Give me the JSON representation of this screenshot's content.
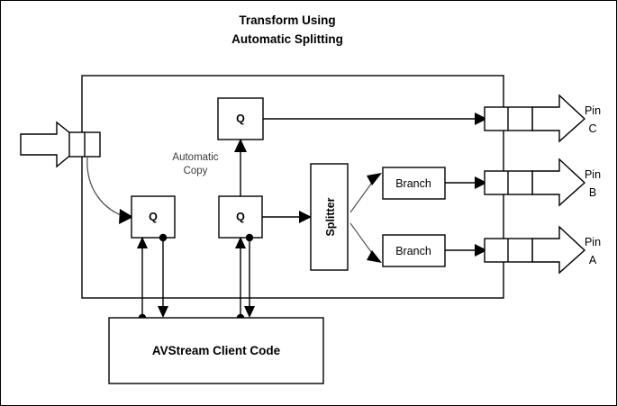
{
  "title": {
    "line1": "Transform Using",
    "line2": "Automatic Splitting"
  },
  "notes": {
    "automatic_copy_line1": "Automatic",
    "automatic_copy_line2": "Copy"
  },
  "blocks": {
    "queues": [
      {
        "label": "Q",
        "name": "queue-top"
      },
      {
        "label": "Q",
        "name": "queue-input"
      },
      {
        "label": "Q",
        "name": "queue-middle"
      }
    ],
    "splitter": {
      "label": "Splitter"
    },
    "branches": [
      {
        "label": "Branch"
      },
      {
        "label": "Branch"
      }
    ],
    "client": {
      "label": "AVStream Client Code"
    }
  },
  "pins": {
    "outputs": [
      {
        "line1": "Pin",
        "line2": "C"
      },
      {
        "line1": "Pin",
        "line2": "B"
      },
      {
        "line1": "Pin",
        "line2": "A"
      }
    ]
  },
  "colors": {
    "stroke": "#000000",
    "background": "#ffffff",
    "note_text": "#3a3a3a"
  }
}
